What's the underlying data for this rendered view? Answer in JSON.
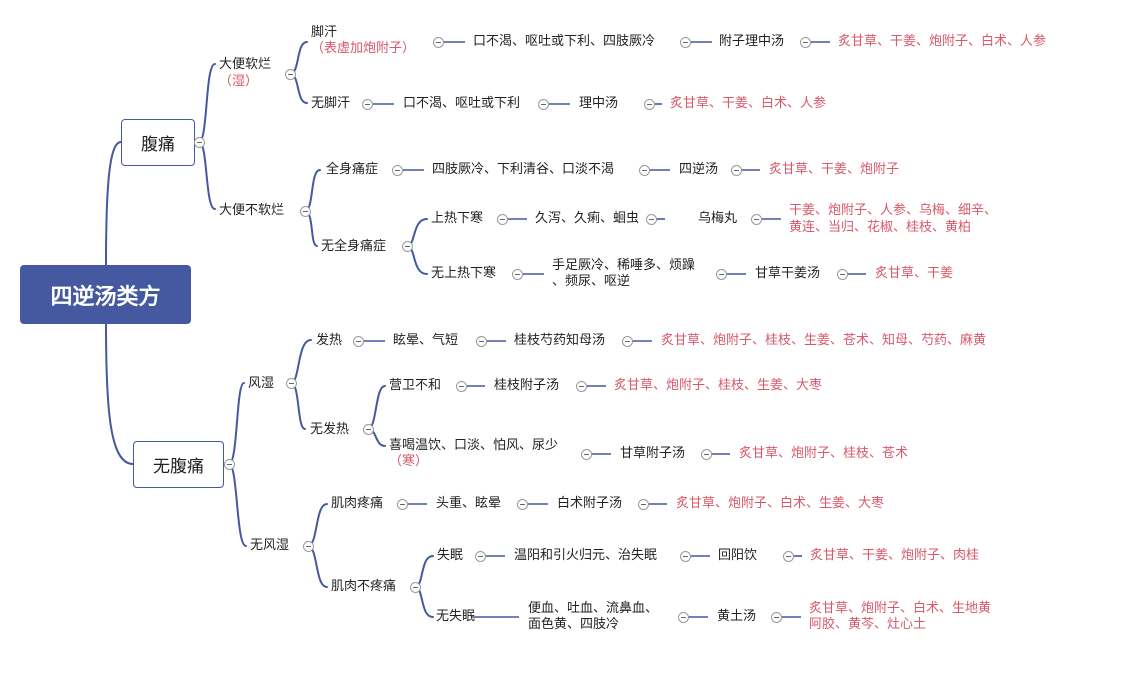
{
  "root": "四逆汤类方",
  "abdominal_pain": {
    "label": "腹痛",
    "loose": {
      "label": "大便软烂",
      "note": "（湿）",
      "sweat": {
        "label": "脚汗",
        "note": "（表虚加炮附子）",
        "symptoms": "口不渴、呕吐或下利、四肢厥冷",
        "formula": "附子理中汤",
        "herbs": "炙甘草、干姜、炮附子、白术、人参"
      },
      "nosweat": {
        "label": "无脚汗",
        "symptoms": "口不渴、呕吐或下利",
        "formula": "理中汤",
        "herbs": "炙甘草、干姜、白术、人参"
      }
    },
    "notloose": {
      "label": "大便不软烂",
      "whole": {
        "label": "全身痛症",
        "symptoms": "四肢厥冷、下利清谷、口淡不渴",
        "formula": "四逆汤",
        "herbs": "炙甘草、干姜、炮附子"
      },
      "nowhole": {
        "label": "无全身痛症",
        "upperheat": {
          "label": "上热下寒",
          "symptoms": "久泻、久痢、蛔虫",
          "formula": "乌梅丸",
          "herbs1": "干姜、炮附子、人参、乌梅、细辛、",
          "herbs2": "黄连、当归、花椒、桂枝、黄柏"
        },
        "noupperheat": {
          "label": "无上热下寒",
          "symptoms1": "手足厥冷、稀唾多、烦躁",
          "symptoms2": "、频尿、呕逆",
          "formula": "甘草干姜汤",
          "herbs": "炙甘草、干姜"
        }
      }
    }
  },
  "no_abdominal_pain": {
    "label": "无腹痛",
    "wind_damp": {
      "label": "风湿",
      "fever": {
        "label": "发热",
        "symptoms": "眩晕、气短",
        "formula": "桂枝芍药知母汤",
        "herbs": "炙甘草、炮附子、桂枝、生姜、苍术、知母、芍药、麻黄"
      },
      "nofever": {
        "label": "无发热",
        "yingwei": {
          "label": "营卫不和",
          "formula": "桂枝附子汤",
          "herbs": "炙甘草、炮附子、桂枝、生姜、大枣"
        },
        "warm": {
          "label": "喜喝温饮、口淡、怕风、尿少",
          "note": "（寒）",
          "formula": "甘草附子汤",
          "herbs": "炙甘草、炮附子、桂枝、苍术"
        }
      }
    },
    "no_wind_damp": {
      "label": "无风湿",
      "muscle_pain": {
        "label": "肌肉疼痛",
        "symptoms": "头重、眩晕",
        "formula": "白术附子汤",
        "herbs": "炙甘草、炮附子、白术、生姜、大枣"
      },
      "no_muscle_pain": {
        "label": "肌肉不疼痛",
        "insomnia": {
          "label": "失眠",
          "symptoms": "温阳和引火归元、治失眠",
          "formula": "回阳饮",
          "herbs": "炙甘草、干姜、炮附子、肉桂"
        },
        "noinsomnia": {
          "label": "无失眠",
          "symptoms1": "便血、吐血、流鼻血、",
          "symptoms2": "面色黄、四肢冷",
          "formula": "黄土汤",
          "herbs1": "炙甘草、炮附子、白术、生地黄",
          "herbs2": "阿胶、黄芩、灶心土"
        }
      }
    }
  },
  "colors": {
    "line": "#44599f",
    "root_bg": "#44599f",
    "herb_text": "#d9586a"
  }
}
